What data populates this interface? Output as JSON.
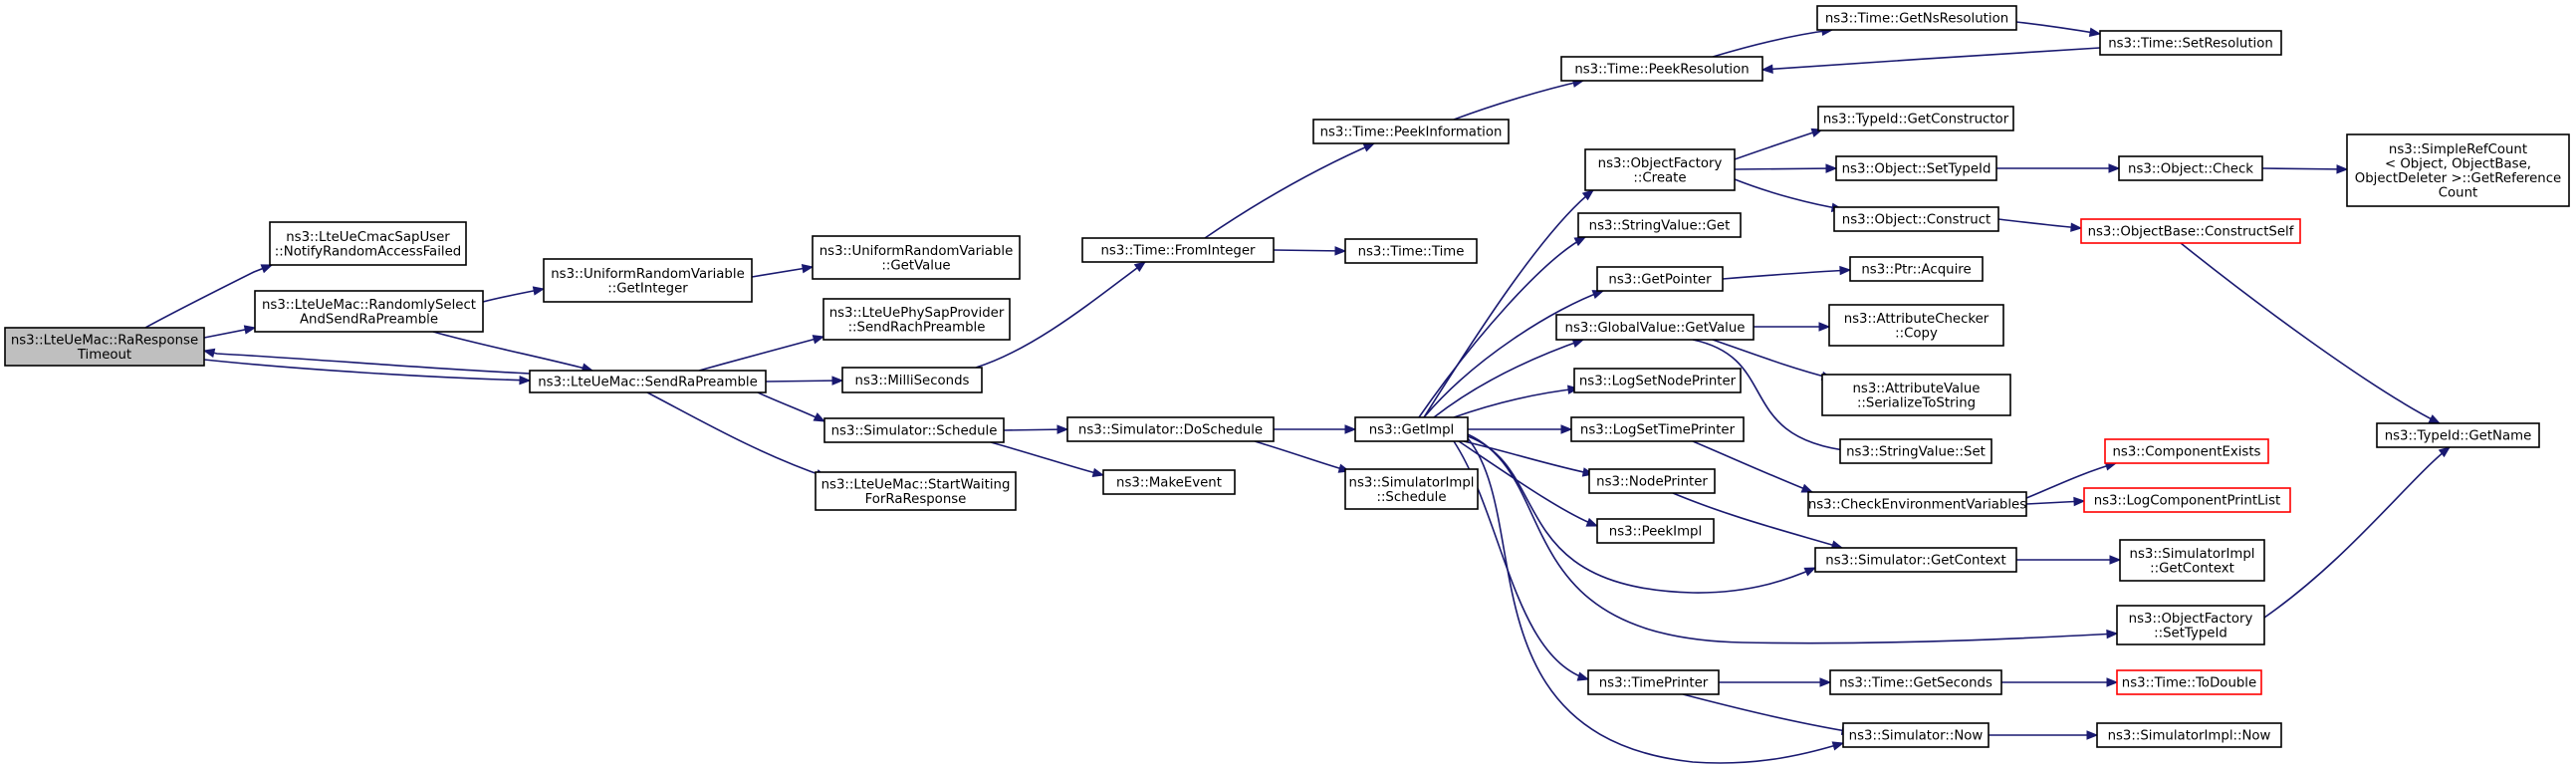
{
  "nodes": [
    {
      "id": "ratimeout",
      "lines": [
        "ns3::LteUeMac::RaResponse",
        "Timeout"
      ],
      "style": "root"
    },
    {
      "id": "notifyfail",
      "lines": [
        "ns3::LteUeCmacSapUser",
        "::NotifyRandomAccessFailed"
      ]
    },
    {
      "id": "randsel",
      "lines": [
        "ns3::LteUeMac::RandomlySelect",
        "AndSendRaPreamble"
      ]
    },
    {
      "id": "sendra",
      "lines": [
        "ns3::LteUeMac::SendRaPreamble"
      ]
    },
    {
      "id": "urvint",
      "lines": [
        "ns3::UniformRandomVariable",
        "::GetInteger"
      ]
    },
    {
      "id": "urvval",
      "lines": [
        "ns3::UniformRandomVariable",
        "::GetValue"
      ]
    },
    {
      "id": "rach",
      "lines": [
        "ns3::LteUePhySapProvider",
        "::SendRachPreamble"
      ]
    },
    {
      "id": "ms",
      "lines": [
        "ns3::MilliSeconds"
      ]
    },
    {
      "id": "schedule",
      "lines": [
        "ns3::Simulator::Schedule"
      ]
    },
    {
      "id": "startwait",
      "lines": [
        "ns3::LteUeMac::StartWaiting",
        "ForRaResponse"
      ]
    },
    {
      "id": "fromint",
      "lines": [
        "ns3::Time::FromInteger"
      ]
    },
    {
      "id": "doschedule",
      "lines": [
        "ns3::Simulator::DoSchedule"
      ]
    },
    {
      "id": "makeevent",
      "lines": [
        "ns3::MakeEvent"
      ]
    },
    {
      "id": "peekinfo",
      "lines": [
        "ns3::Time::PeekInformation"
      ]
    },
    {
      "id": "timetime",
      "lines": [
        "ns3::Time::Time"
      ]
    },
    {
      "id": "getimpl",
      "lines": [
        "ns3::GetImpl"
      ]
    },
    {
      "id": "simimplsched",
      "lines": [
        "ns3::SimulatorImpl",
        "::Schedule"
      ]
    },
    {
      "id": "peekres",
      "lines": [
        "ns3::Time::PeekResolution"
      ]
    },
    {
      "id": "getnsres",
      "lines": [
        "ns3::Time::GetNsResolution"
      ]
    },
    {
      "id": "setres",
      "lines": [
        "ns3::Time::SetResolution"
      ]
    },
    {
      "id": "objfactcreate",
      "lines": [
        "ns3::ObjectFactory",
        "::Create"
      ]
    },
    {
      "id": "strvalget",
      "lines": [
        "ns3::StringValue::Get"
      ]
    },
    {
      "id": "getpointer",
      "lines": [
        "ns3::GetPointer"
      ]
    },
    {
      "id": "gvgetvalue",
      "lines": [
        "ns3::GlobalValue::GetValue"
      ]
    },
    {
      "id": "logsetnode",
      "lines": [
        "ns3::LogSetNodePrinter"
      ]
    },
    {
      "id": "logsettime",
      "lines": [
        "ns3::LogSetTimePrinter"
      ]
    },
    {
      "id": "nodeprinter",
      "lines": [
        "ns3::NodePrinter"
      ]
    },
    {
      "id": "peekimpl",
      "lines": [
        "ns3::PeekImpl"
      ]
    },
    {
      "id": "timeprinter",
      "lines": [
        "ns3::TimePrinter"
      ]
    },
    {
      "id": "typeidctor",
      "lines": [
        "ns3::TypeId::GetConstructor"
      ]
    },
    {
      "id": "objsettypeid",
      "lines": [
        "ns3::Object::SetTypeId"
      ]
    },
    {
      "id": "objconstruct",
      "lines": [
        "ns3::Object::Construct"
      ]
    },
    {
      "id": "ptracquire",
      "lines": [
        "ns3::Ptr::Acquire"
      ]
    },
    {
      "id": "attrcheckcopy",
      "lines": [
        "ns3::AttributeChecker",
        "::Copy"
      ]
    },
    {
      "id": "attrvalser",
      "lines": [
        "ns3::AttributeValue",
        "::SerializeToString"
      ]
    },
    {
      "id": "strvalset",
      "lines": [
        "ns3::StringValue::Set"
      ]
    },
    {
      "id": "checkenv",
      "lines": [
        "ns3::CheckEnvironmentVariables"
      ]
    },
    {
      "id": "simgetctx",
      "lines": [
        "ns3::Simulator::GetContext"
      ]
    },
    {
      "id": "objfactsettype",
      "lines": [
        "ns3::ObjectFactory",
        "::SetTypeId"
      ]
    },
    {
      "id": "timegetsec",
      "lines": [
        "ns3::Time::GetSeconds"
      ]
    },
    {
      "id": "simnow",
      "lines": [
        "ns3::Simulator::Now"
      ]
    },
    {
      "id": "objcheck",
      "lines": [
        "ns3::Object::Check"
      ]
    },
    {
      "id": "objbaseconstruct",
      "lines": [
        "ns3::ObjectBase::ConstructSelf"
      ],
      "style": "red"
    },
    {
      "id": "compexists",
      "lines": [
        "ns3::ComponentExists"
      ],
      "style": "red"
    },
    {
      "id": "logcompprint",
      "lines": [
        "ns3::LogComponentPrintList"
      ],
      "style": "red"
    },
    {
      "id": "simimplctx",
      "lines": [
        "ns3::SimulatorImpl",
        "::GetContext"
      ]
    },
    {
      "id": "timetodouble",
      "lines": [
        "ns3::Time::ToDouble"
      ],
      "style": "red"
    },
    {
      "id": "simimplnow",
      "lines": [
        "ns3::SimulatorImpl::Now"
      ]
    },
    {
      "id": "simplerefcount",
      "lines": [
        "ns3::SimpleRefCount",
        "< Object, ObjectBase,",
        "ObjectDeleter >::GetReference",
        "Count"
      ]
    },
    {
      "id": "typeidgetname",
      "lines": [
        "ns3::TypeId::GetName"
      ]
    }
  ]
}
